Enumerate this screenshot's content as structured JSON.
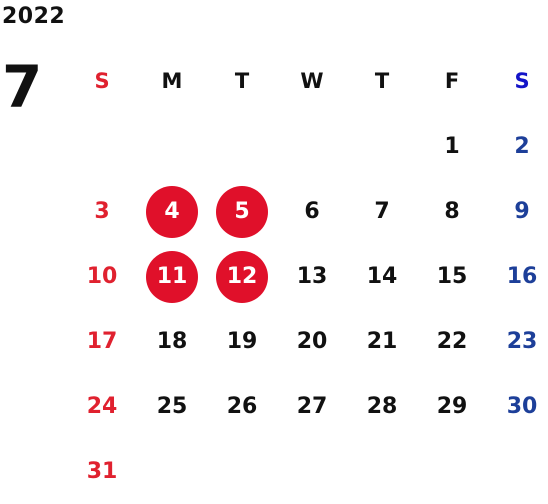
{
  "year": "2022",
  "month": "7",
  "weekdays": [
    "S",
    "M",
    "T",
    "W",
    "T",
    "F",
    "S"
  ],
  "days": [
    "",
    "",
    "",
    "",
    "",
    "1",
    "2",
    "3",
    "4",
    "5",
    "6",
    "7",
    "8",
    "9",
    "10",
    "11",
    "12",
    "13",
    "14",
    "15",
    "16",
    "17",
    "18",
    "19",
    "20",
    "21",
    "22",
    "23",
    "24",
    "25",
    "26",
    "27",
    "28",
    "29",
    "30",
    "31",
    "",
    "",
    "",
    "",
    "",
    ""
  ],
  "highlighted_days": [
    "4",
    "5",
    "11",
    "12"
  ],
  "colors": {
    "sunday": "#e0212f",
    "saturday": "#1d3f99",
    "highlight": "#e0102a",
    "text": "#111111"
  }
}
